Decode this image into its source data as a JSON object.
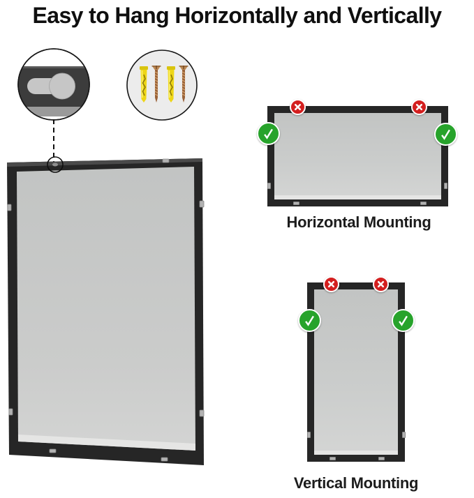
{
  "title": "Easy to Hang Horizontally and Vertically",
  "sections": {
    "horizontal": {
      "label": "Horizontal Mounting"
    },
    "vertical": {
      "label": "Vertical Mounting"
    }
  },
  "icons": {
    "valid": "check-circle",
    "invalid": "x-circle",
    "hanger": "keyhole-slot",
    "hardware": "anchors-and-screws"
  },
  "hardware_counts": {
    "anchors": 2,
    "screws": 2
  },
  "colors": {
    "title_color": "#0f0f0f",
    "label_color": "#1c1c1c",
    "accent_green": "#27a32b",
    "accent_red": "#d31f1f",
    "frame_black": "#262626",
    "frame_face": "#3c3c3c",
    "panel_gray": "#c7c9c8",
    "anchor_yellow": "#eed617",
    "screw_copper": "#9a6238",
    "tab_gray": "#b2b2b2"
  }
}
